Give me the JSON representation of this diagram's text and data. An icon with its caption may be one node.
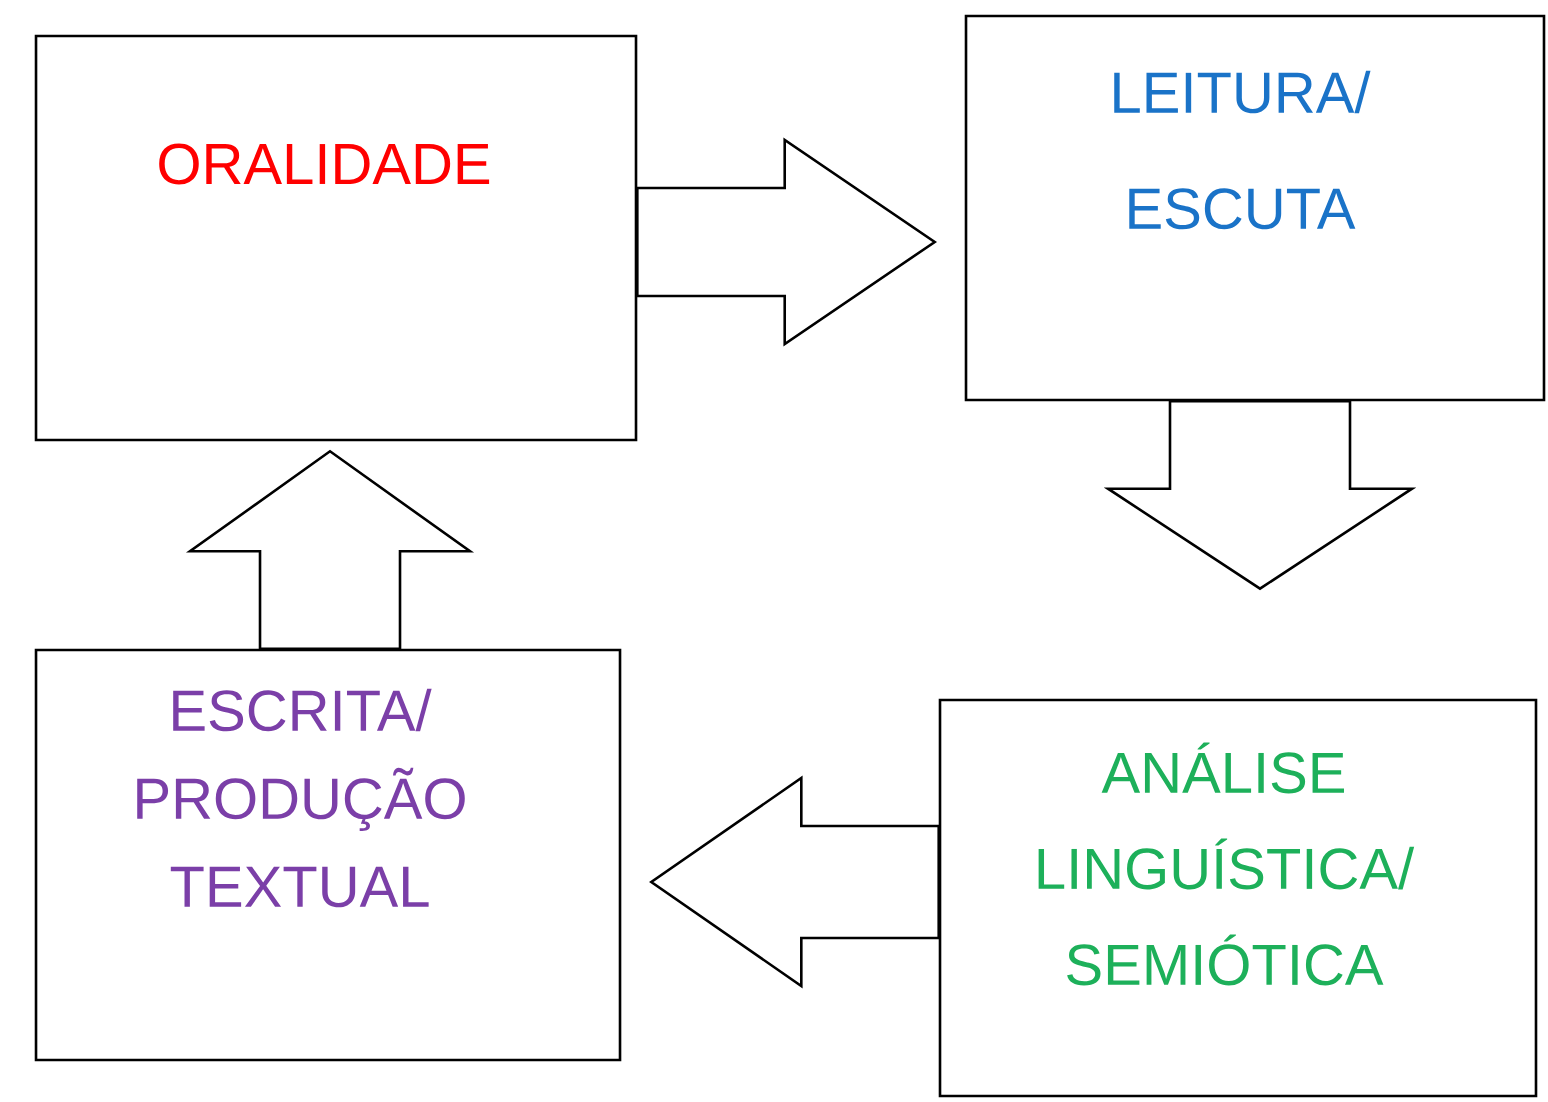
{
  "diagram": {
    "nodes": [
      {
        "text": [
          "ORALIDADE"
        ]
      },
      {
        "text": [
          "LEITURA/ ESCUTA"
        ]
      },
      {
        "text": [
          "ANÁLISE LINGUÍSTICA/ SEMIÓTICA"
        ]
      },
      {
        "text": [
          "ESCRITA/ PRODUÇÃO TEXTUAL"
        ]
      }
    ],
    "edges": [
      {
        "from": 0,
        "to": 1,
        "arrow": "to"
      },
      {
        "from": 1,
        "to": 2,
        "arrow": "to"
      },
      {
        "from": 2,
        "to": 3,
        "arrow": "to"
      },
      {
        "from": 3,
        "to": 0,
        "arrow": "to"
      }
    ]
  }
}
